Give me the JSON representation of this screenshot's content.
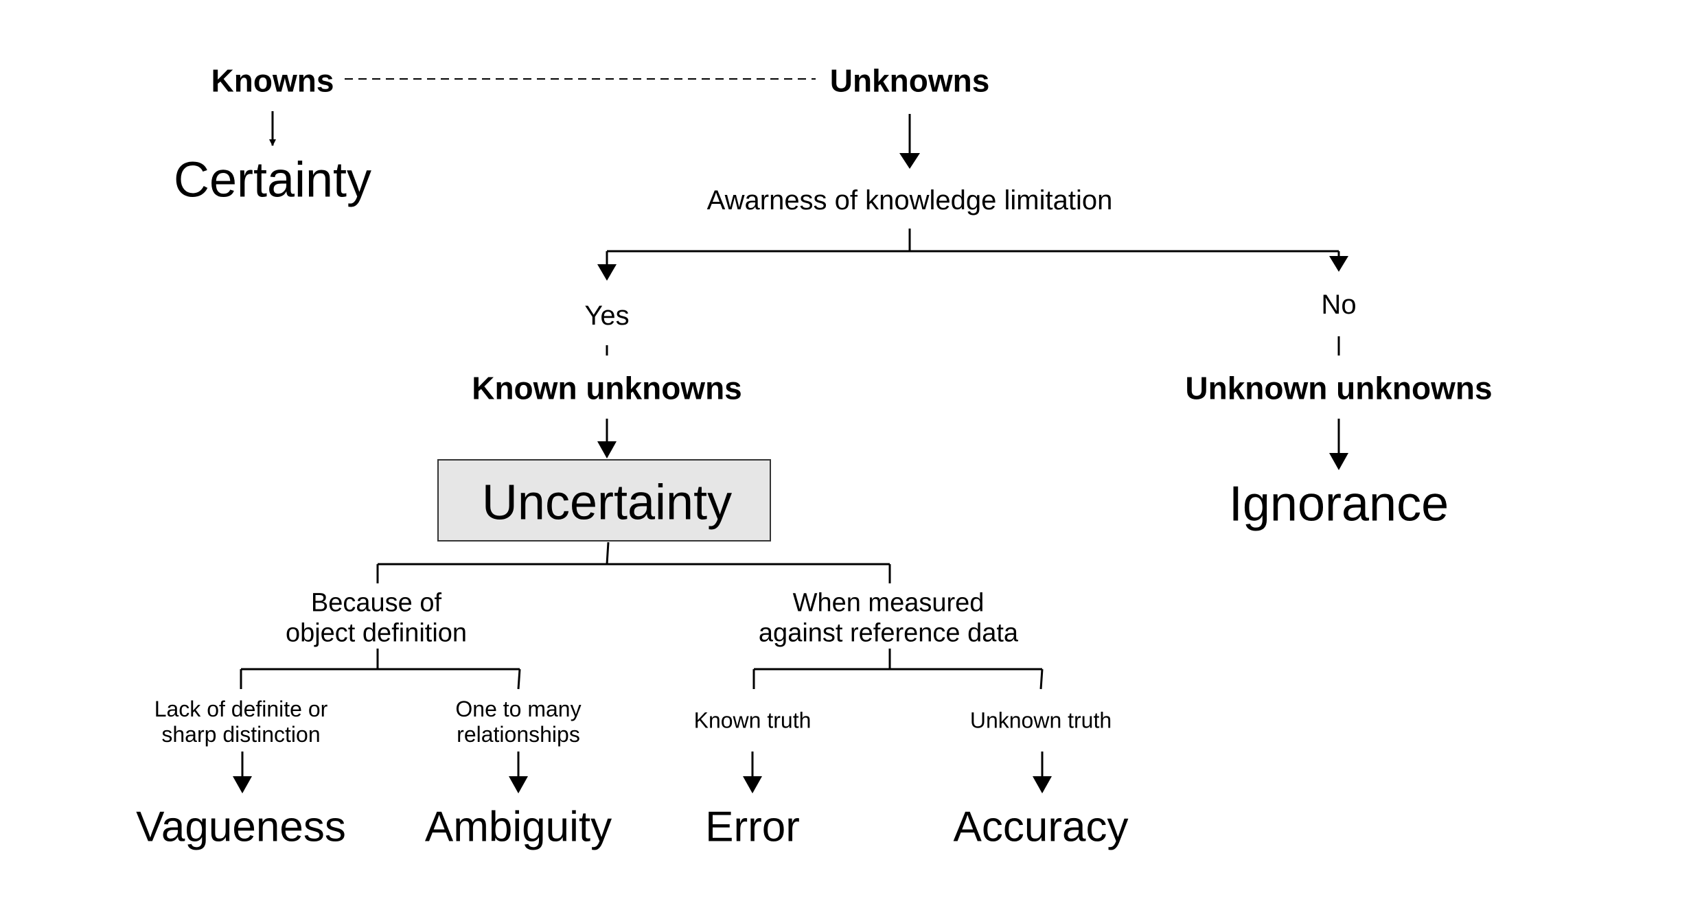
{
  "top": {
    "knowns": "Knowns",
    "unknowns": "Unknowns",
    "certainty": "Certainty"
  },
  "awareness": "Awarness of knowledge limitation",
  "branches": {
    "yes": "Yes",
    "no": "No",
    "known_unknowns": "Known unknowns",
    "unknown_unknowns": "Unknown unknowns",
    "uncertainty": "Uncertainty",
    "ignorance": "Ignorance"
  },
  "causes": {
    "object_definition": [
      "Because of",
      "object definition"
    ],
    "reference_data": [
      "When measured",
      "against reference data"
    ]
  },
  "subcauses": {
    "lack_distinction": [
      "Lack of definite or",
      "sharp distinction"
    ],
    "one_to_many": [
      "One to many",
      "relationships"
    ],
    "known_truth": "Known truth",
    "unknown_truth": "Unknown truth"
  },
  "outcomes": {
    "vagueness": "Vagueness",
    "ambiguity": "Ambiguity",
    "error": "Error",
    "accuracy": "Accuracy"
  }
}
